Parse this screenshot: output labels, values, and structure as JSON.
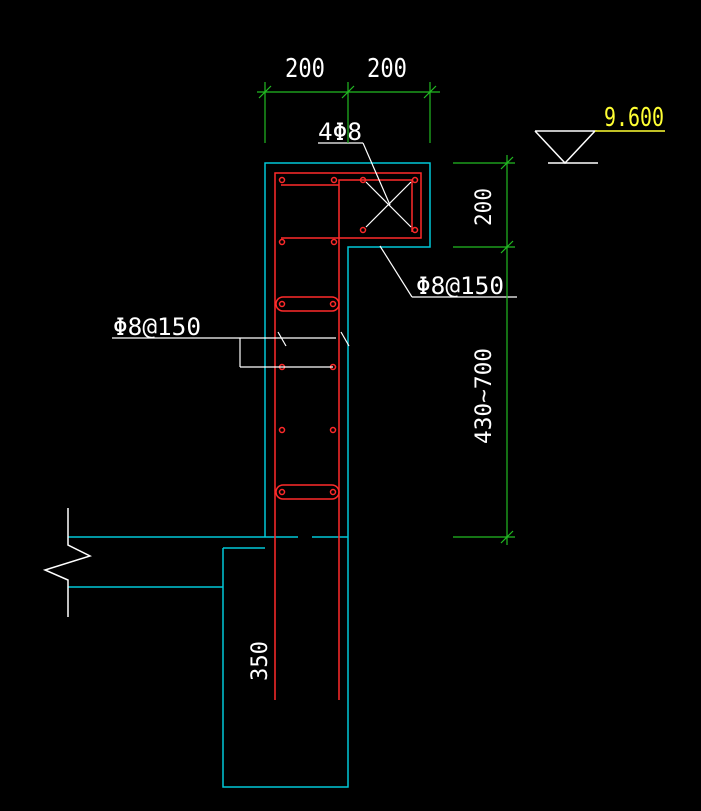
{
  "drawing": {
    "colors": {
      "background": "#000000",
      "outline": "#00c8d8",
      "rebar": "#ff2a2a",
      "dimension": "#22bb22",
      "text": "#ffffff",
      "elevation": "#ffff33"
    },
    "labels": {
      "dim_width_left": "200",
      "dim_width_right": "200",
      "dim_top_height": "200",
      "dim_upper_height": "430~700",
      "dim_lower": "350",
      "corner_bars": "4Φ8",
      "stirrup_top": "Φ8@150",
      "stirrup_wall": "Φ8@150",
      "elevation": "9.600"
    }
  }
}
